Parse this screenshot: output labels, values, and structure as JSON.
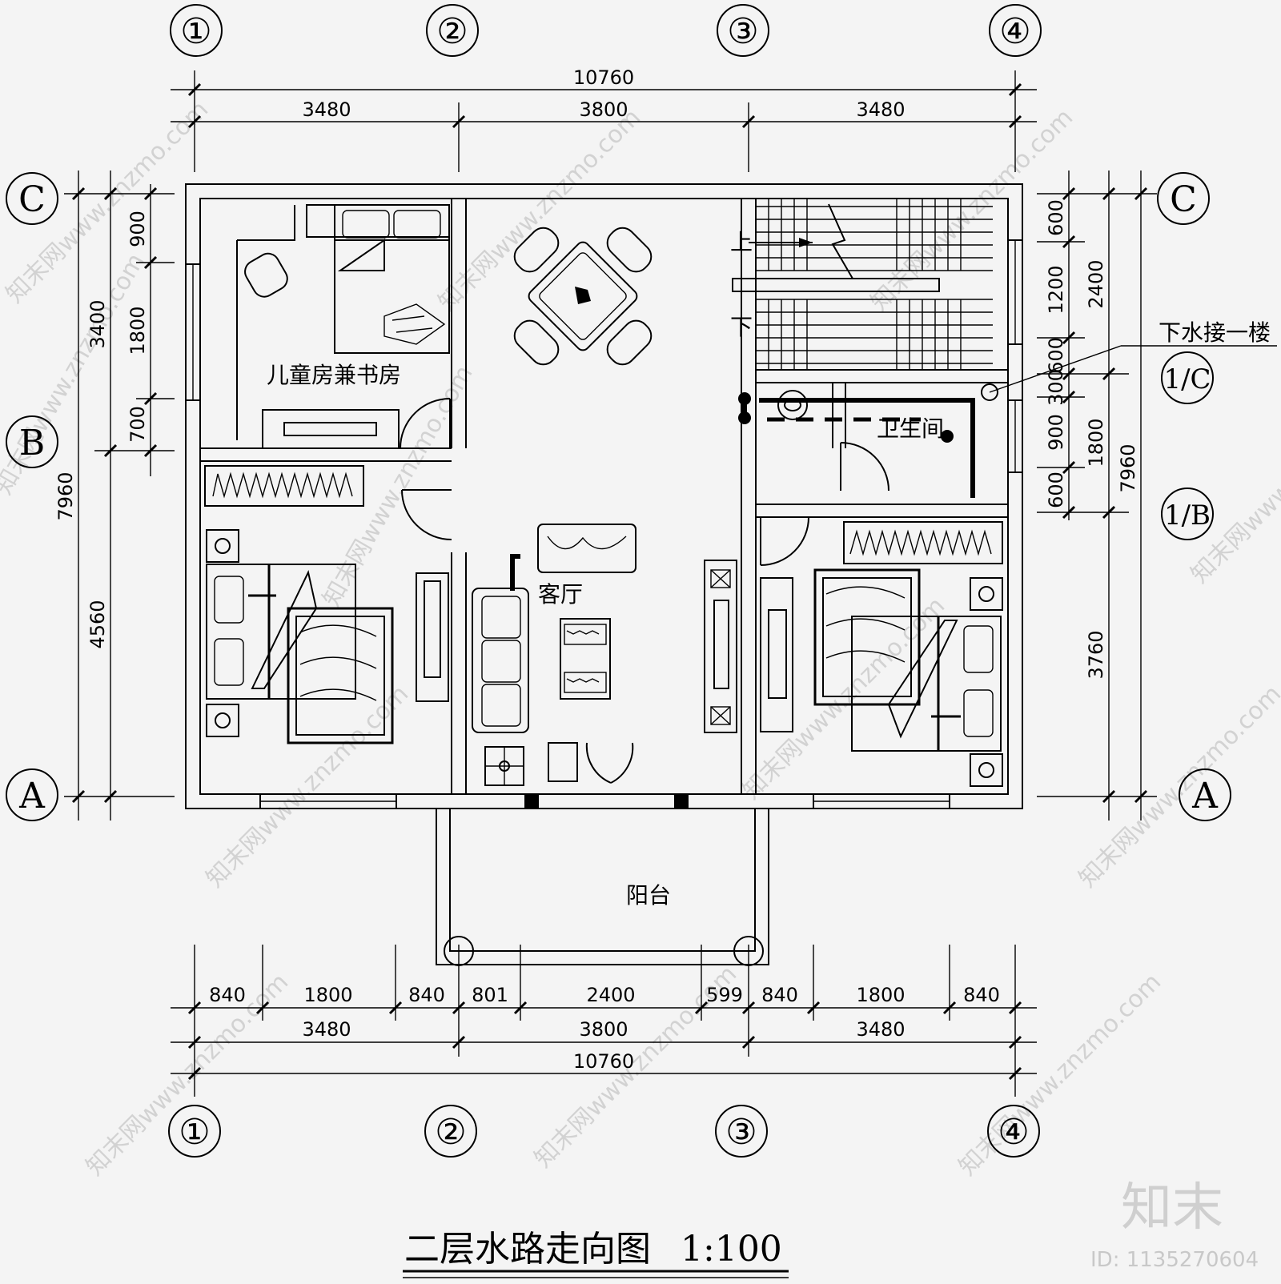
{
  "title": "二层水路走向图",
  "scale": "1:100",
  "axes": {
    "numbered": [
      "①",
      "②",
      "③",
      "④"
    ],
    "lettered_left": [
      "C",
      "B",
      "A"
    ],
    "lettered_right": [
      "C",
      "A"
    ],
    "sub": [
      "1/C",
      "1/B"
    ]
  },
  "rooms": {
    "children_study": "儿童房兼书房",
    "living": "客厅",
    "bathroom": "卫生间",
    "balcony": "阳台",
    "stair_up": "上",
    "stair_down": "下"
  },
  "drain_note": "下水接一楼",
  "dims_top": {
    "total": "10760",
    "parts": [
      "3480",
      "3800",
      "3480"
    ]
  },
  "dims_bottom": {
    "detail": [
      "840",
      "1800",
      "840",
      "801",
      "2400",
      "599",
      "840",
      "1800",
      "840"
    ],
    "parts": [
      "3480",
      "3800",
      "3480"
    ],
    "total": "10760"
  },
  "dims_left": {
    "outer": [
      "7960"
    ],
    "mid": [
      "3400",
      "4560"
    ],
    "inner": [
      "900",
      "1800",
      "700"
    ]
  },
  "dims_right": {
    "inner": [
      "600",
      "1200",
      "600",
      "300",
      "900",
      "600"
    ],
    "mid": [
      "2400",
      "1800",
      "3760"
    ],
    "outer": [
      "7960"
    ]
  },
  "watermark": "知末网www.znzmo.com",
  "logo": "知末",
  "id_label": "ID: 1135270604",
  "colors": {
    "background": "#f4f4f4",
    "ink": "#000000",
    "watermark": "#d2d2d2"
  }
}
